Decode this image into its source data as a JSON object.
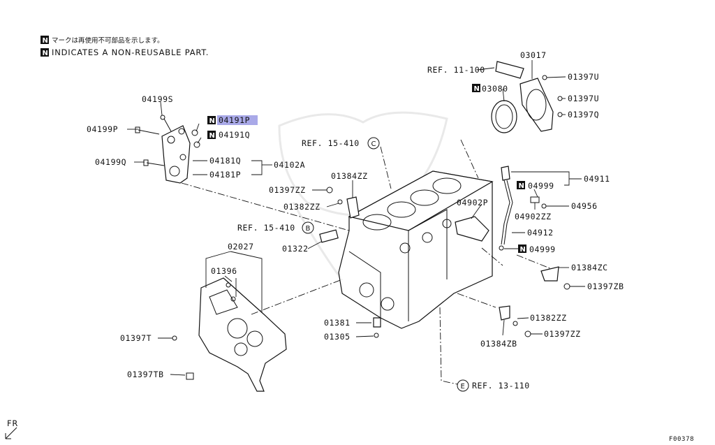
{
  "header": {
    "jp_note": "マークは再使用不可部品を示します。",
    "en_note": "INDICATES A NON-REUSABLE PART.",
    "n_symbol": "N"
  },
  "labels": {
    "p04199S": "04199S",
    "p04199P": "04199P",
    "p04199Q": "04199Q",
    "p04191P": "04191P",
    "p04191Q": "04191Q",
    "p04181Q": "04181Q",
    "p04181P": "04181P",
    "p04102A": "04102A",
    "ref15410c": "REF. 15-410",
    "ref15410b": "REF. 15-410",
    "p01384ZZ": "01384ZZ",
    "p01397ZZ_a": "01397ZZ",
    "p01382ZZ_a": "01382ZZ",
    "p01322": "01322",
    "p02027": "02027",
    "p01396": "01396",
    "p01397T": "01397T",
    "p01397TB": "01397TB",
    "p01381": "01381",
    "p01305": "01305",
    "ref11100": "REF. 11-100",
    "p03017": "03017",
    "p03080": "03080",
    "p01397U_a": "01397U",
    "p01397U_b": "01397U",
    "p01397Q": "01397Q",
    "p04911": "04911",
    "p04999_a": "04999",
    "p04956": "04956",
    "p04902P": "04902P",
    "p04902ZZ": "04902ZZ",
    "p04912": "04912",
    "p04999_b": "04999",
    "p01384ZC": "01384ZC",
    "p01397ZB": "01397ZB",
    "p01382ZZ_b": "01382ZZ",
    "p01397ZZ_b": "01397ZZ",
    "p01384ZB": "01384ZB",
    "ref13110": "REF. 13-110",
    "fr": "FR",
    "figure_code": "F00378"
  },
  "circle_refs": {
    "c": "C",
    "b": "B",
    "e": "E"
  },
  "colors": {
    "highlight": "#a9a9e8",
    "ink": "#111111"
  }
}
